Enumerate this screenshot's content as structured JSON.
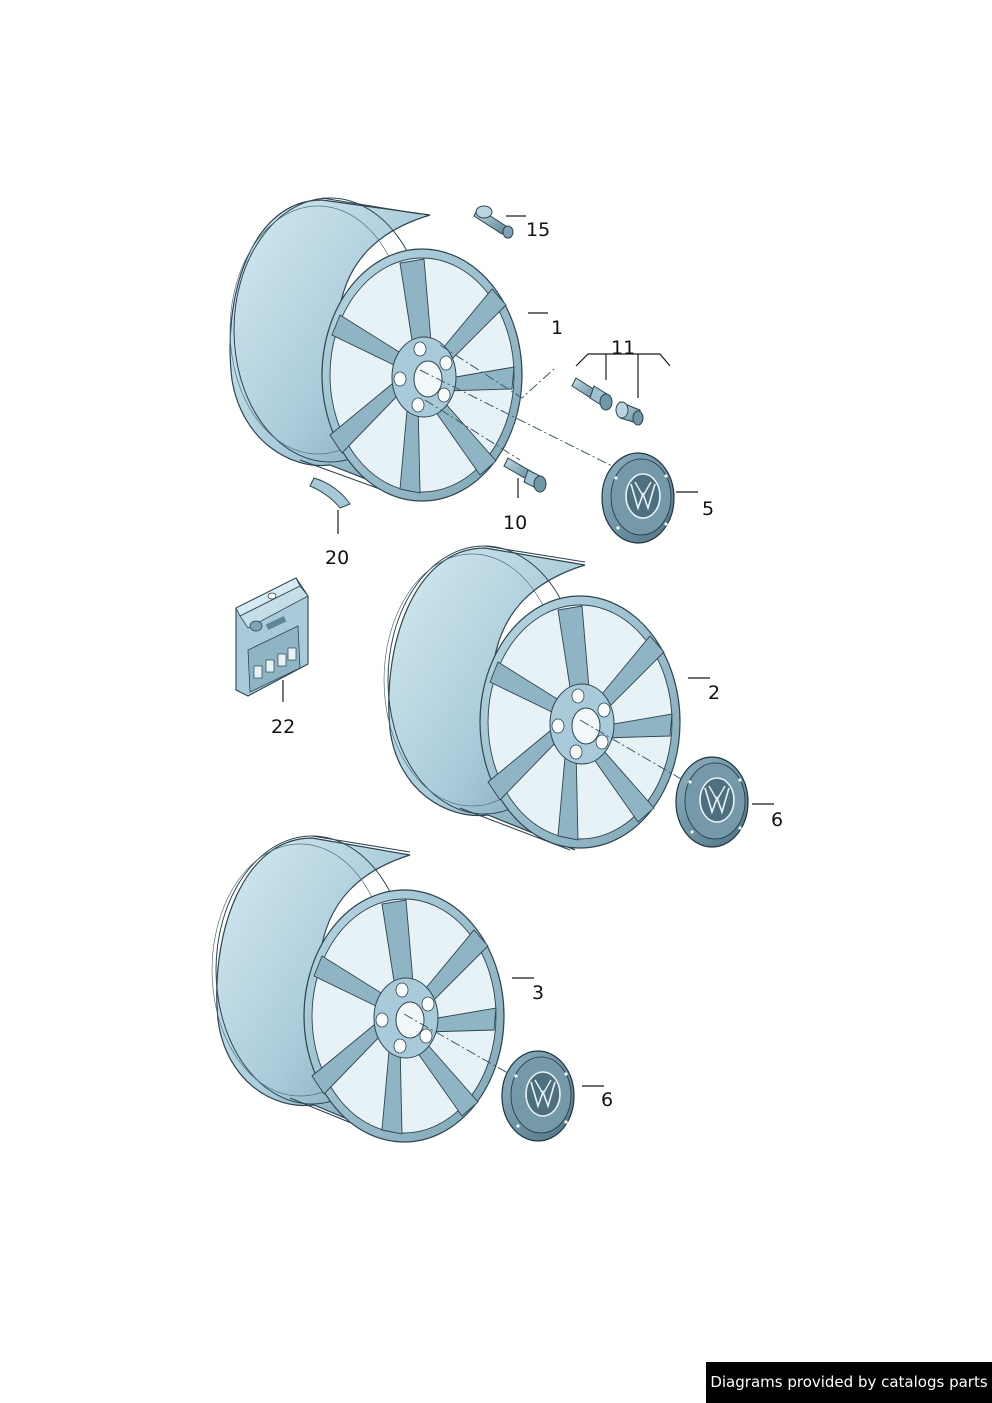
{
  "callouts": {
    "p1": "1",
    "p2": "2",
    "p3": "3",
    "p5": "5",
    "p6a": "6",
    "p6b": "6",
    "p10": "10",
    "p11": "11",
    "p15": "15",
    "p20": "20",
    "p22": "22"
  },
  "footer": {
    "credit": "Diagrams provided by catalogs parts"
  },
  "colors": {
    "part_fill": "#9dc3d3",
    "part_light": "#c9e1ea",
    "part_dark": "#5f8797",
    "line": "#2e4450"
  }
}
